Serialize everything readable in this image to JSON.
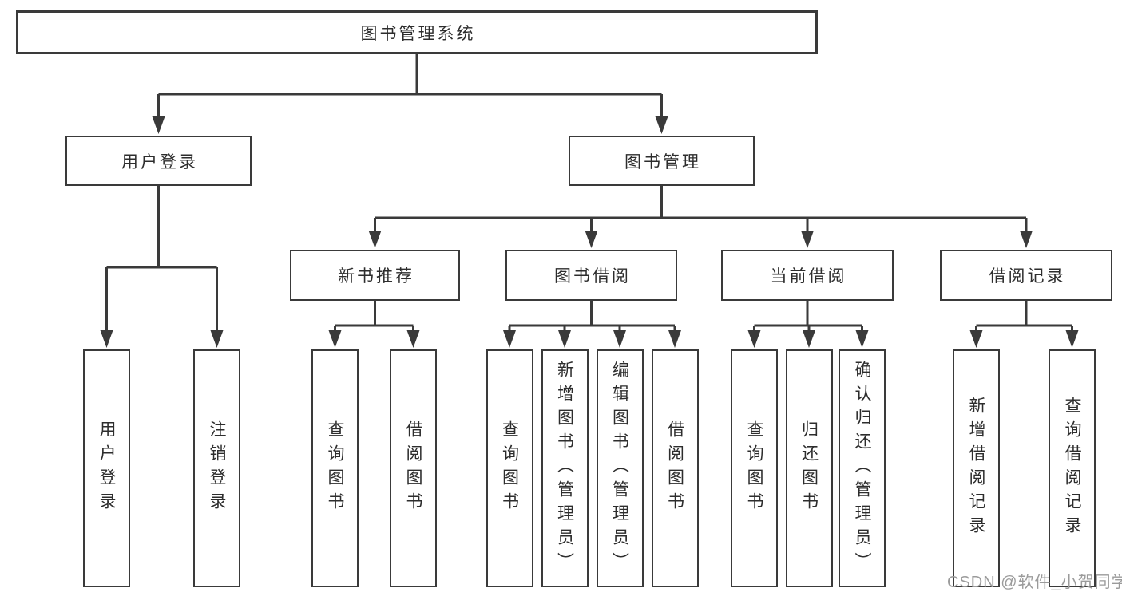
{
  "diagram_title": "图书管理系统",
  "nodes": {
    "root": {
      "label": "图书管理系统"
    },
    "user_login": {
      "label": "用户登录"
    },
    "book_mgmt": {
      "label": "图书管理"
    },
    "new_book_rec": {
      "label": "新书推荐"
    },
    "book_borrow": {
      "label": "图书借阅"
    },
    "current_borrow": {
      "label": "当前借阅"
    },
    "borrow_record": {
      "label": "借阅记录"
    },
    "leaf_user_login": {
      "label": "用户登录"
    },
    "leaf_logout": {
      "label": "注销登录"
    },
    "nb_query": {
      "label": "查询图书"
    },
    "nb_borrow": {
      "label": "借阅图书"
    },
    "bb_query": {
      "label": "查询图书"
    },
    "bb_add": {
      "label": "新增图书（管理员）"
    },
    "bb_edit": {
      "label": "编辑图书（管理员）"
    },
    "bb_borrow": {
      "label": "借阅图书"
    },
    "cb_query": {
      "label": "查询图书"
    },
    "cb_return": {
      "label": "归还图书"
    },
    "cb_confirm": {
      "label": "确认归还（管理员）"
    },
    "br_add": {
      "label": "新增借阅记录"
    },
    "br_query": {
      "label": "查询借阅记录"
    }
  },
  "edges": [
    [
      "root",
      "user_login"
    ],
    [
      "root",
      "book_mgmt"
    ],
    [
      "user_login",
      "leaf_user_login"
    ],
    [
      "user_login",
      "leaf_logout"
    ],
    [
      "book_mgmt",
      "new_book_rec"
    ],
    [
      "book_mgmt",
      "book_borrow"
    ],
    [
      "book_mgmt",
      "current_borrow"
    ],
    [
      "book_mgmt",
      "borrow_record"
    ],
    [
      "new_book_rec",
      "nb_query"
    ],
    [
      "new_book_rec",
      "nb_borrow"
    ],
    [
      "book_borrow",
      "bb_query"
    ],
    [
      "book_borrow",
      "bb_add"
    ],
    [
      "book_borrow",
      "bb_edit"
    ],
    [
      "book_borrow",
      "bb_borrow"
    ],
    [
      "current_borrow",
      "cb_query"
    ],
    [
      "current_borrow",
      "cb_return"
    ],
    [
      "current_borrow",
      "cb_confirm"
    ],
    [
      "borrow_record",
      "br_add"
    ],
    [
      "borrow_record",
      "br_query"
    ]
  ],
  "watermark": {
    "text": "CSDN @软件_小贺同学"
  },
  "colors": {
    "line": "#3a3a3a",
    "text": "#2d2d2d",
    "box_fill": "#ffffff",
    "background": "#ffffff",
    "watermark": "#9b9b9b"
  }
}
